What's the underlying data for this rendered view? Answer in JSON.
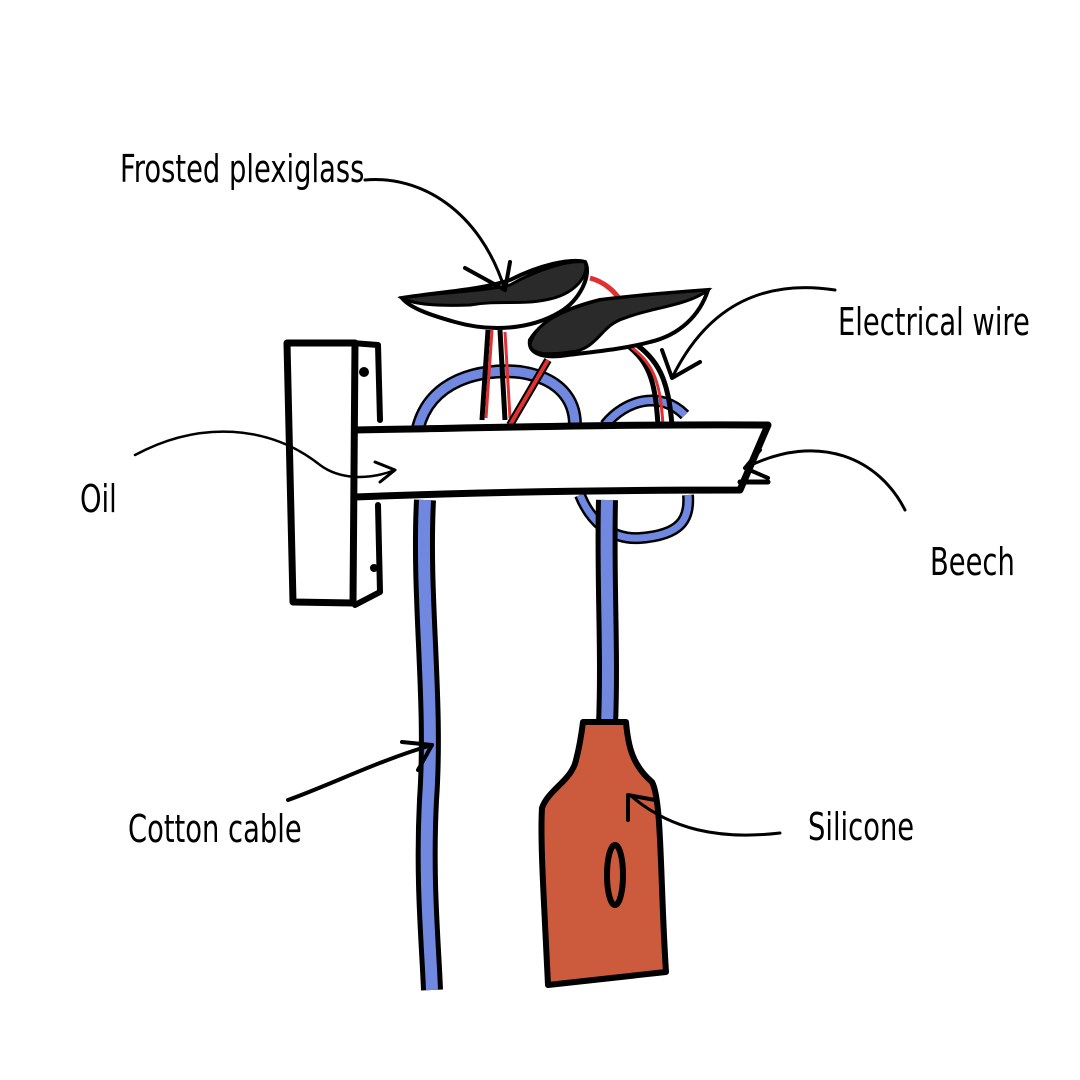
{
  "labels": {
    "plexiglass": "Frosted plexiglass",
    "wire": "Electrical wire",
    "oil": "Oil",
    "beech": "Beech",
    "cotton": "Cotton cable",
    "silicone": "Silicone"
  },
  "colors": {
    "cable": "#7088e0",
    "wire": "#e03030",
    "silicone": "#cc5a3c",
    "plexiglass": "#2a2a2a"
  }
}
